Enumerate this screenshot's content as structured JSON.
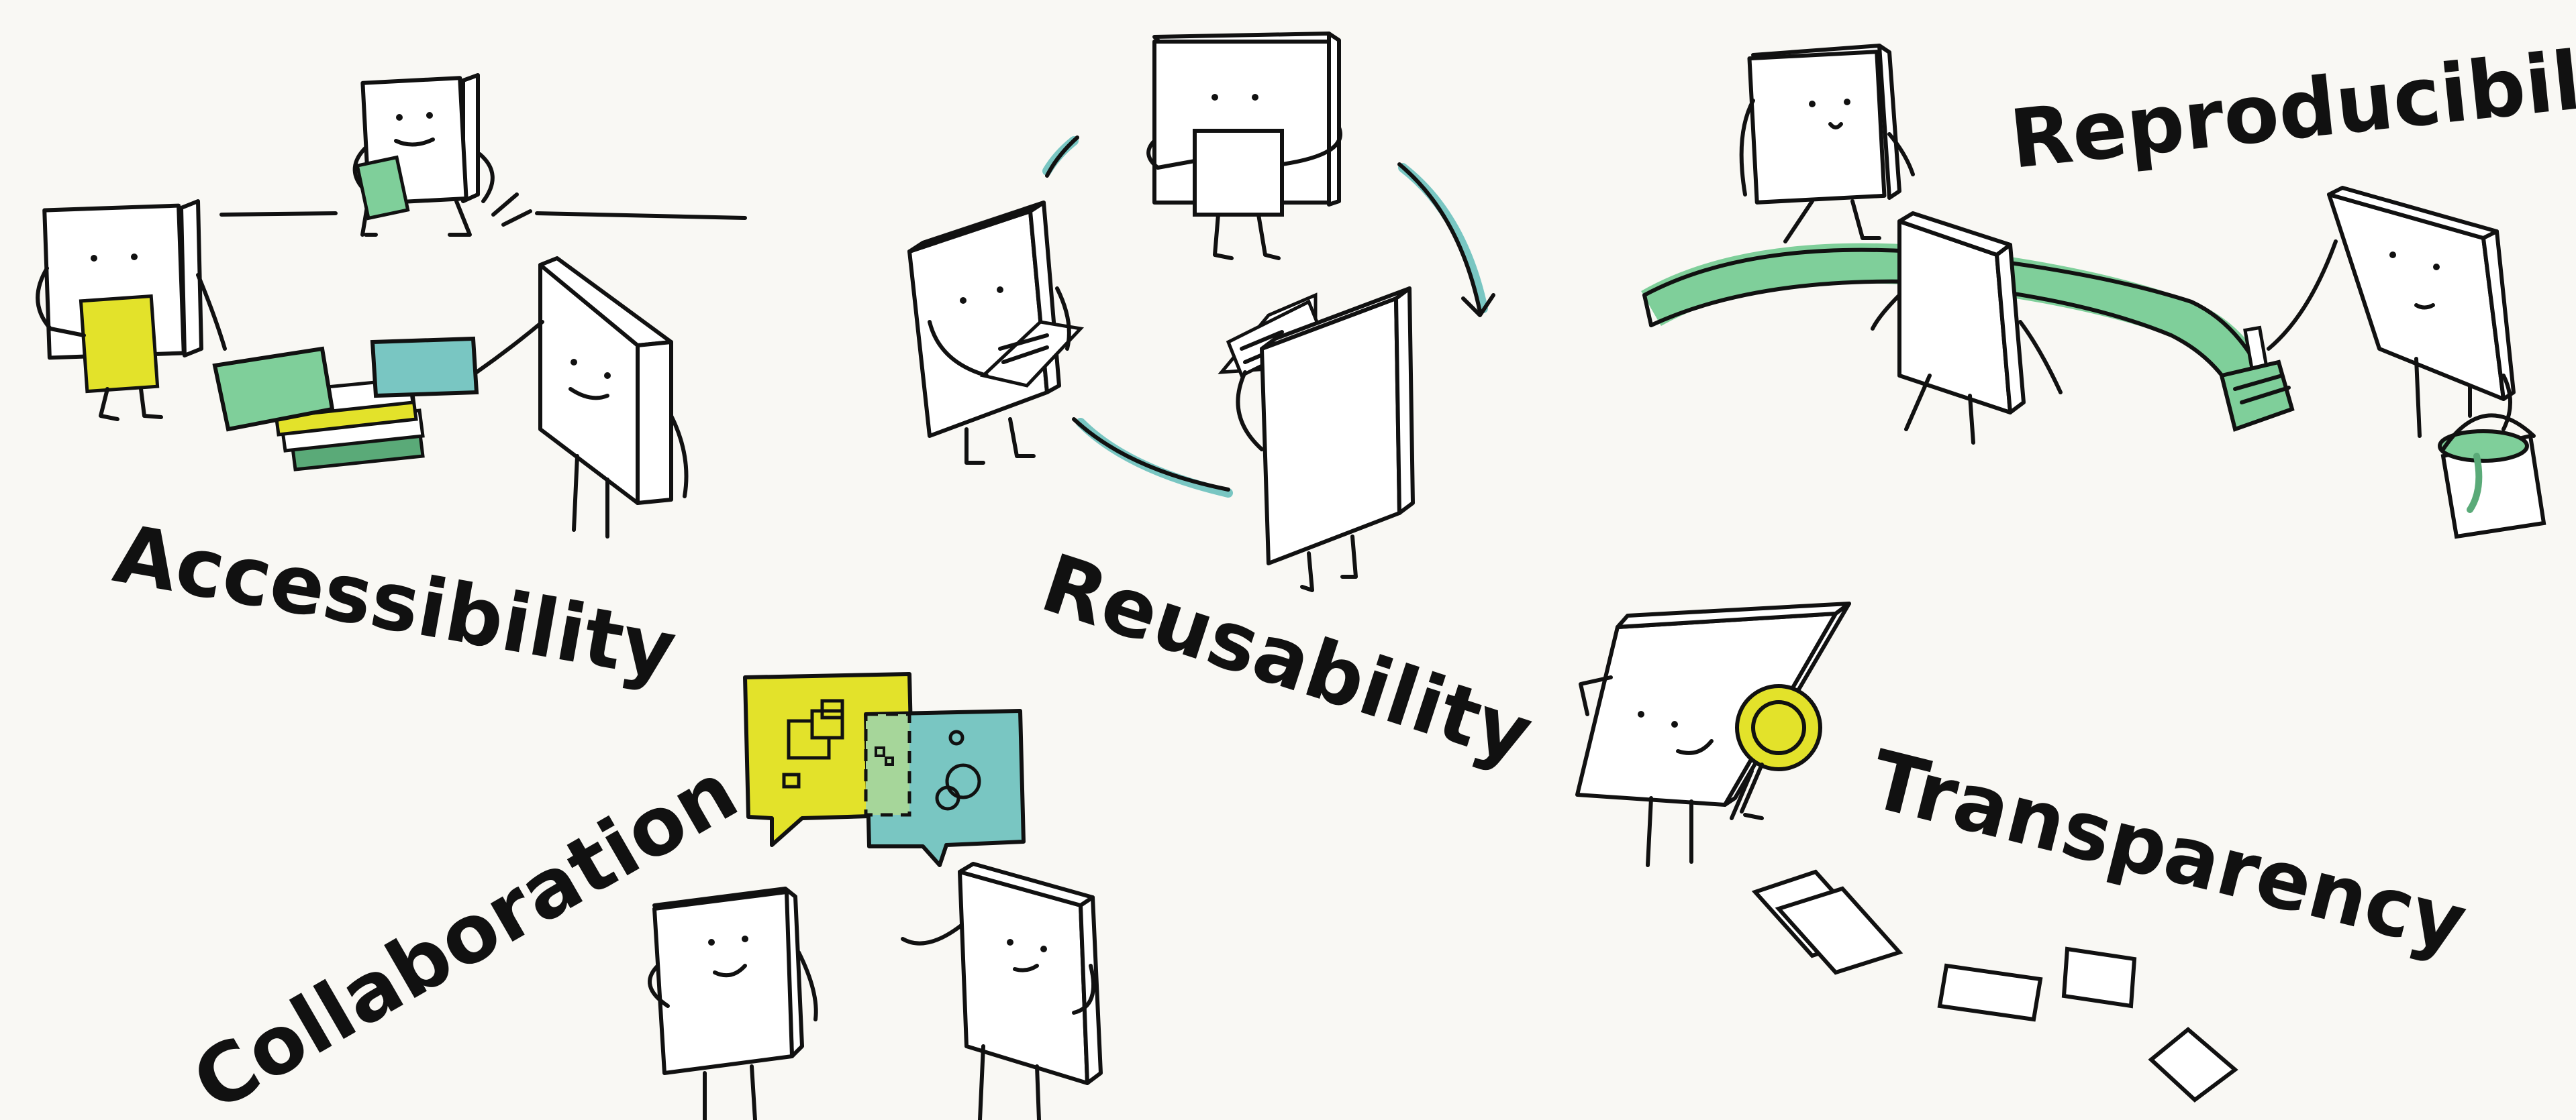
{
  "labels": {
    "accessibility": "Accessibility",
    "reusability": "Reusability",
    "reproducibility": "Reproducibility",
    "collaboration": "Collaboration",
    "transparency": "Transparency"
  },
  "palette": {
    "green": "#7fcf9a",
    "dark_green": "#5aaa78",
    "teal": "#79c6c2",
    "yellow": "#e3e22a",
    "ink": "#111111",
    "paper": "#f9f8f4"
  }
}
